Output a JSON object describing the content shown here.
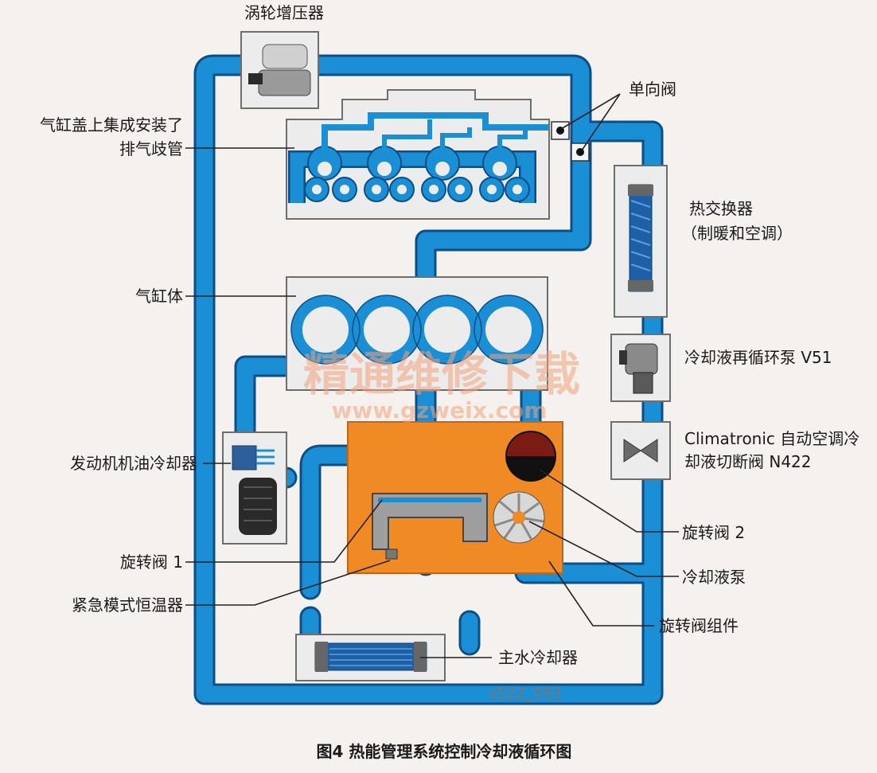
{
  "labels": {
    "turbocharger": "涡轮增压器",
    "cylinder_head_line1": "气缸盖上集成安装了",
    "cylinder_head_line2": "排气歧管",
    "check_valve": "单向阀",
    "heat_exchanger_line1": "热交换器",
    "heat_exchanger_line2": "（制暖和空调）",
    "cylinder_block": "气缸体",
    "recirc_pump": "冷却液再循环泵 V51",
    "climatronic_line1": "Climatronic 自动空调冷",
    "climatronic_line2": "却液切断阀 N422",
    "oil_cooler": "发动机机油冷却器",
    "rotary_valve_1": "旋转阀 1",
    "rotary_valve_2": "旋转阀 2",
    "coolant_pump": "冷却液泵",
    "thermostat": "紧急模式恒温器",
    "rotary_valve_module": "旋转阀组件",
    "main_radiator": "主水冷却器",
    "figure_code": "s522_092"
  },
  "watermark": {
    "line1": "精通维修下载",
    "line2": "www.gzweix.com"
  },
  "caption": "图4  热能管理系统控制冷却液循环图",
  "colors": {
    "coolant": "#1b8fd6",
    "coolant_outline": "#0e4e86",
    "module": "#f08a24",
    "component_box": "#ececec",
    "component_border": "#6d6d6d",
    "watermark": "#f2a27a"
  }
}
